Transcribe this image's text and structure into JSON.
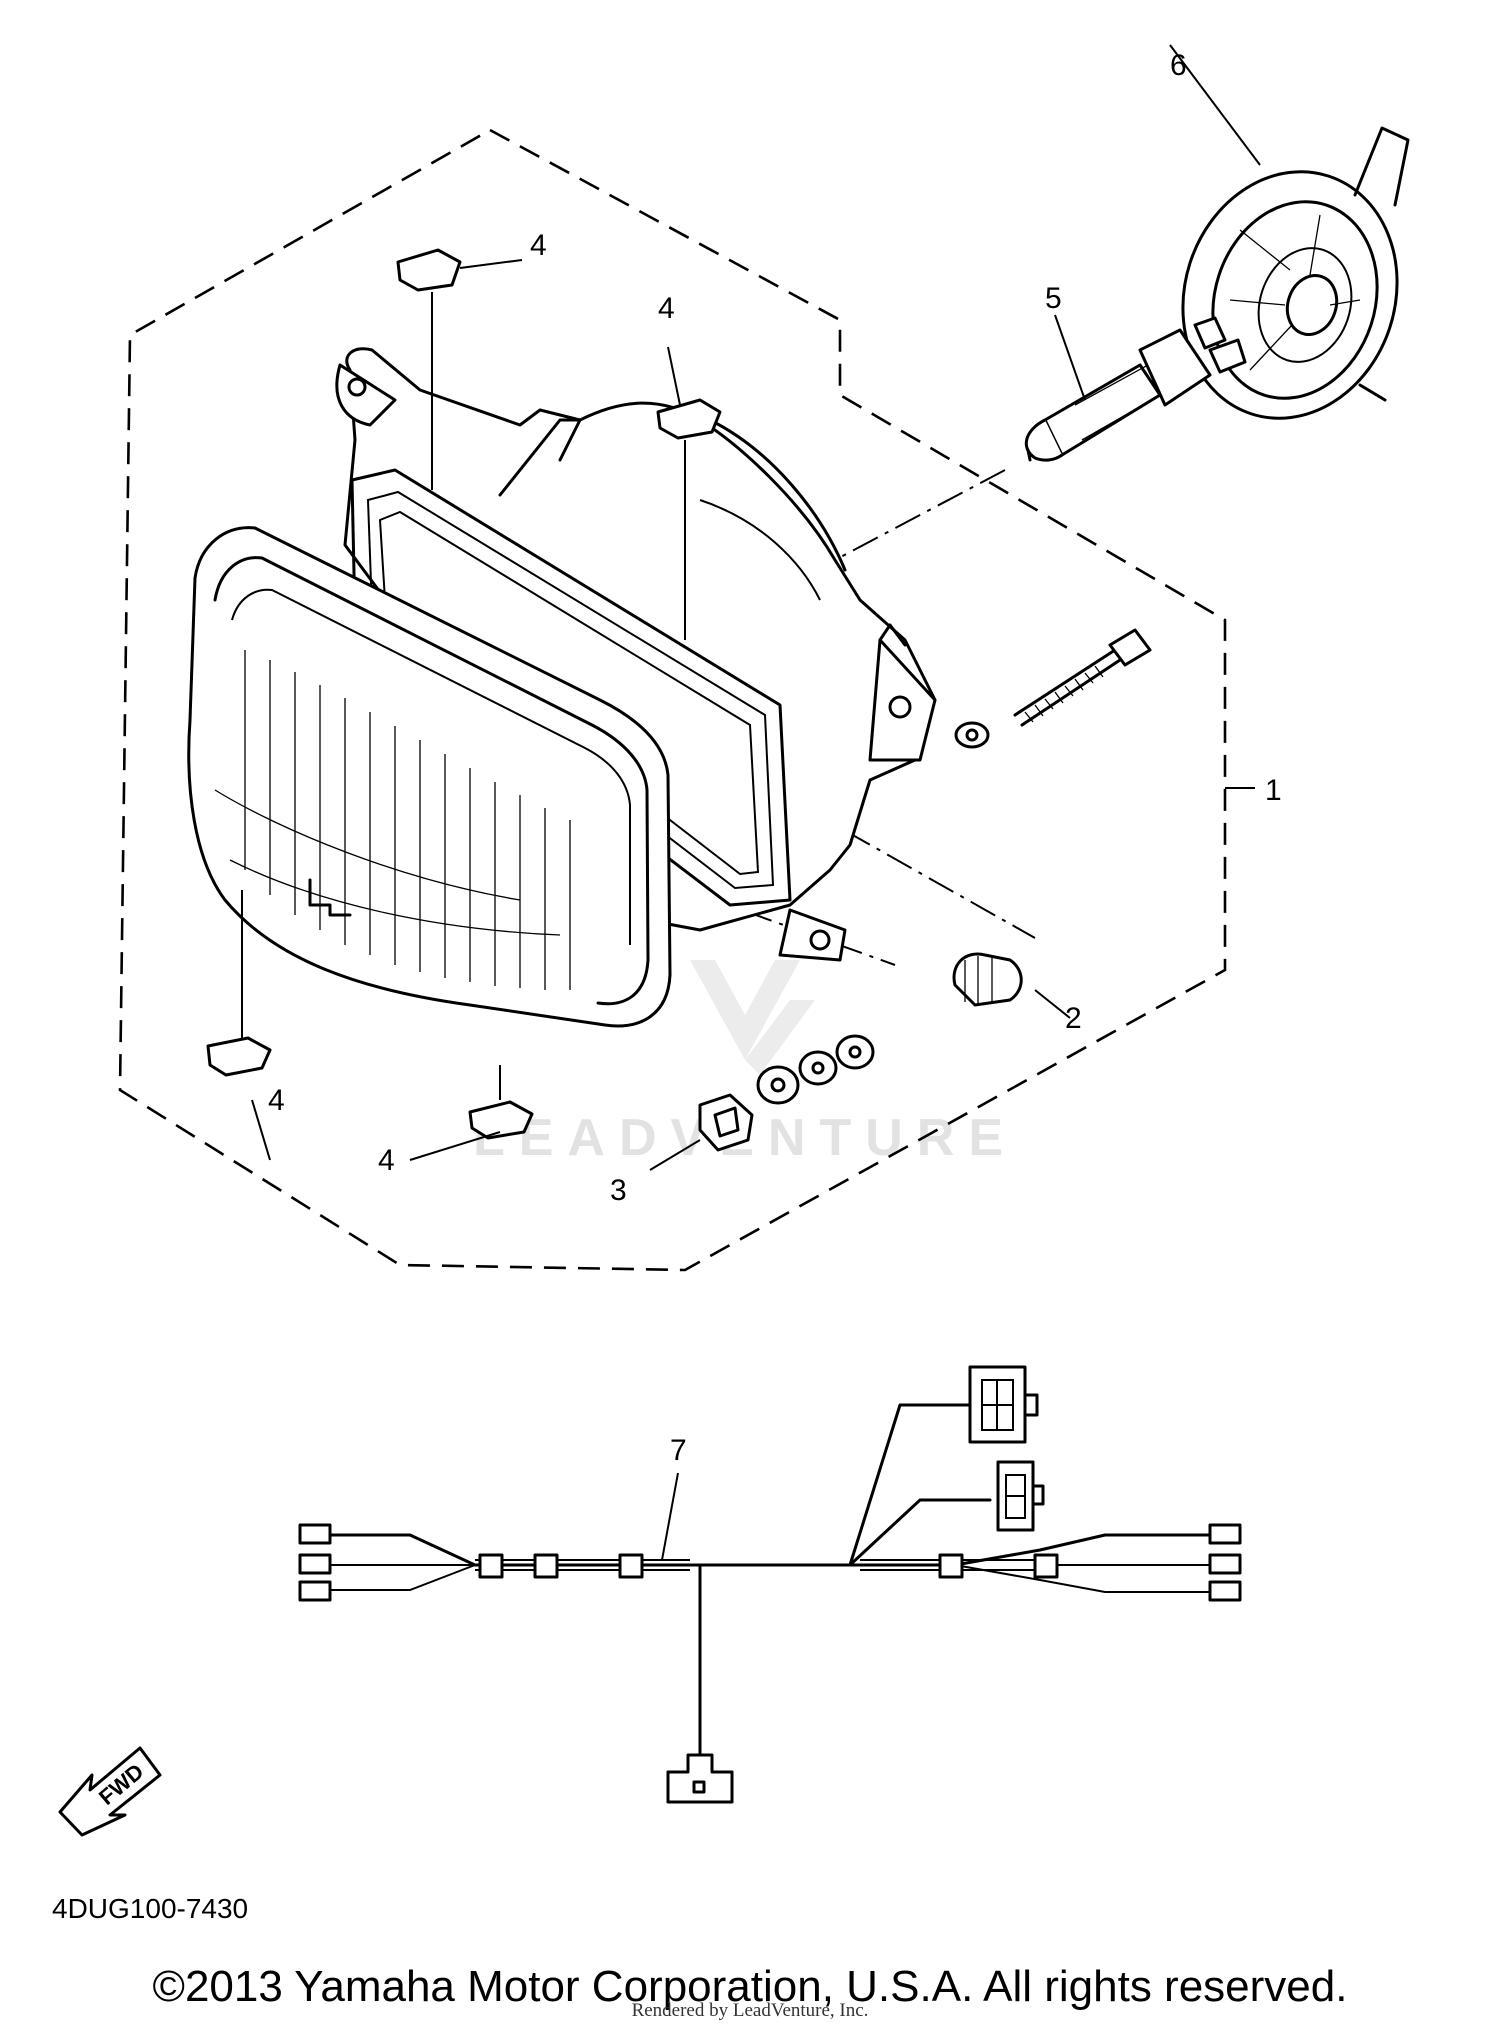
{
  "diagram": {
    "callouts": [
      {
        "id": "c1",
        "text": "1"
      },
      {
        "id": "c2",
        "text": "2"
      },
      {
        "id": "c3",
        "text": "3"
      },
      {
        "id": "c4a",
        "text": "4"
      },
      {
        "id": "c4b",
        "text": "4"
      },
      {
        "id": "c4c",
        "text": "4"
      },
      {
        "id": "c4d",
        "text": "4"
      },
      {
        "id": "c5",
        "text": "5"
      },
      {
        "id": "c6",
        "text": "6"
      },
      {
        "id": "c7",
        "text": "7"
      }
    ],
    "fwd_label": "FWD",
    "watermark": "LEADVENTURE",
    "code": "4DUG100-7430"
  },
  "footer": {
    "copyright": "©2013 Yamaha Motor Corporation, U.S.A. All rights reserved.",
    "rendered_by": "Rendered by LeadVenture, Inc."
  },
  "colors": {
    "ink": "#000000",
    "background": "#ffffff",
    "watermark": "#e2e2e2"
  }
}
